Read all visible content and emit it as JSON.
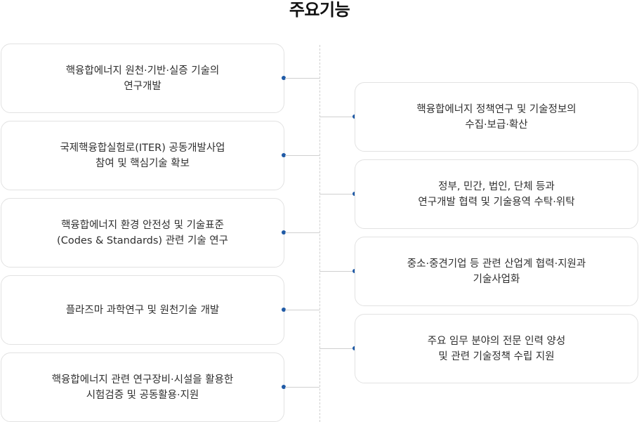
{
  "title": "주요기능",
  "left_items": [
    {
      "line1": "핵융합에너지 원천·기반·실증 기술의",
      "line2": "연구개발"
    },
    {
      "line1": "국제핵융합실험로(ITER) 공동개발사업",
      "line2": "참여 및 핵심기술 확보"
    },
    {
      "line1": "핵융합에너지 환경 안전성 및 기술표준",
      "line2": "(Codes & Standards) 관련 기술 연구"
    },
    {
      "line1": "플라즈마 과학연구 및 원천기술 개발",
      "line2": ""
    },
    {
      "line1": "핵융합에너지 관련 연구장비·시설을 활용한",
      "line2": "시험검증 및 공동활용·지원"
    }
  ],
  "right_items": [
    {
      "line1": "핵융합에너지 정책연구 및 기술정보의",
      "line2": "수집·보급·확산"
    },
    {
      "line1": "정부, 민간, 법인, 단체 등과",
      "line2": "연구개발 협력 및 기술용역 수탁·위탁"
    },
    {
      "line1": "중소·중견기업 등 관련 산업계 협력·지원과",
      "line2": "기술사업화"
    },
    {
      "line1": "주요 임무 분야의 전문 인력 양성",
      "line2": "및 관련 기술정책 수립 지원"
    }
  ],
  "colors": {
    "accent_dot": "#1f5aa6",
    "card_border": "#e2e2e2",
    "connector": "#d0d0d0"
  }
}
